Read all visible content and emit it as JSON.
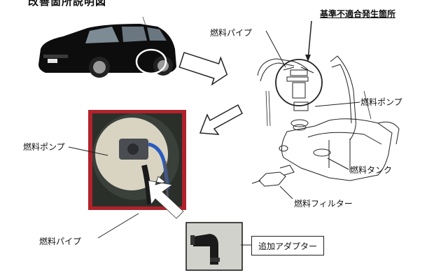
{
  "title": "改善箇所説明図",
  "labels": {
    "defect_location": "基準不適合発生箇所",
    "fuel_pipe_top": "燃料パイプ",
    "fuel_pump_right": "燃料ポンプ",
    "fuel_tank": "燃料タンク",
    "fuel_filter": "燃料フィルター",
    "fuel_pump_left": "燃料ポンプ",
    "fuel_pipe_bottom": "燃料パイプ",
    "added_adapter": "追加アダプター"
  },
  "colors": {
    "car_body": "#0d0d0d",
    "photo_frame": "#b0222c",
    "pump_body": "#d9d4c2",
    "adapter_body": "#1a1a1a",
    "blue_pipe": "#2a5cc0"
  }
}
